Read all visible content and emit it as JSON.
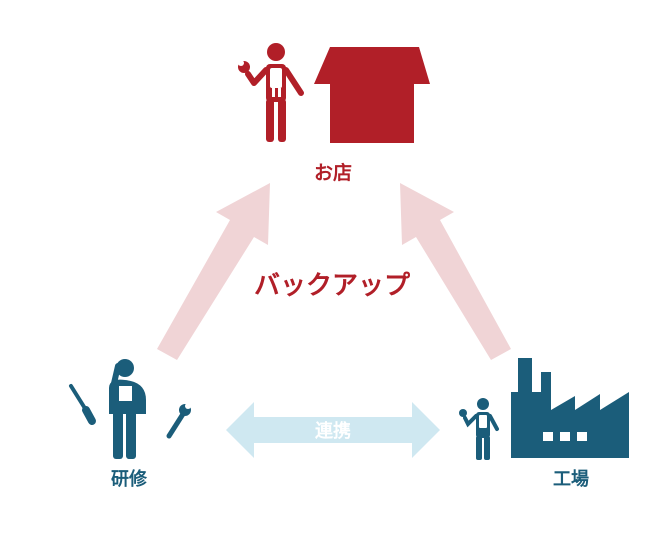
{
  "nodes": {
    "shop": {
      "label": "お店"
    },
    "training": {
      "label": "研修"
    },
    "factory": {
      "label": "工場"
    }
  },
  "arrows": {
    "backup_label": "バックアップ",
    "cooperation_label": "連携"
  },
  "colors": {
    "red": "#b11f28",
    "teal": "#1b5d7a",
    "pink_arrow": "#f0d4d6",
    "light_blue_arrow": "#cfe8f1"
  },
  "icons": [
    "mechanic-icon",
    "shop-icon",
    "thinking-person-icon",
    "screwdriver-icon",
    "wrench-icon",
    "factory-icon"
  ]
}
